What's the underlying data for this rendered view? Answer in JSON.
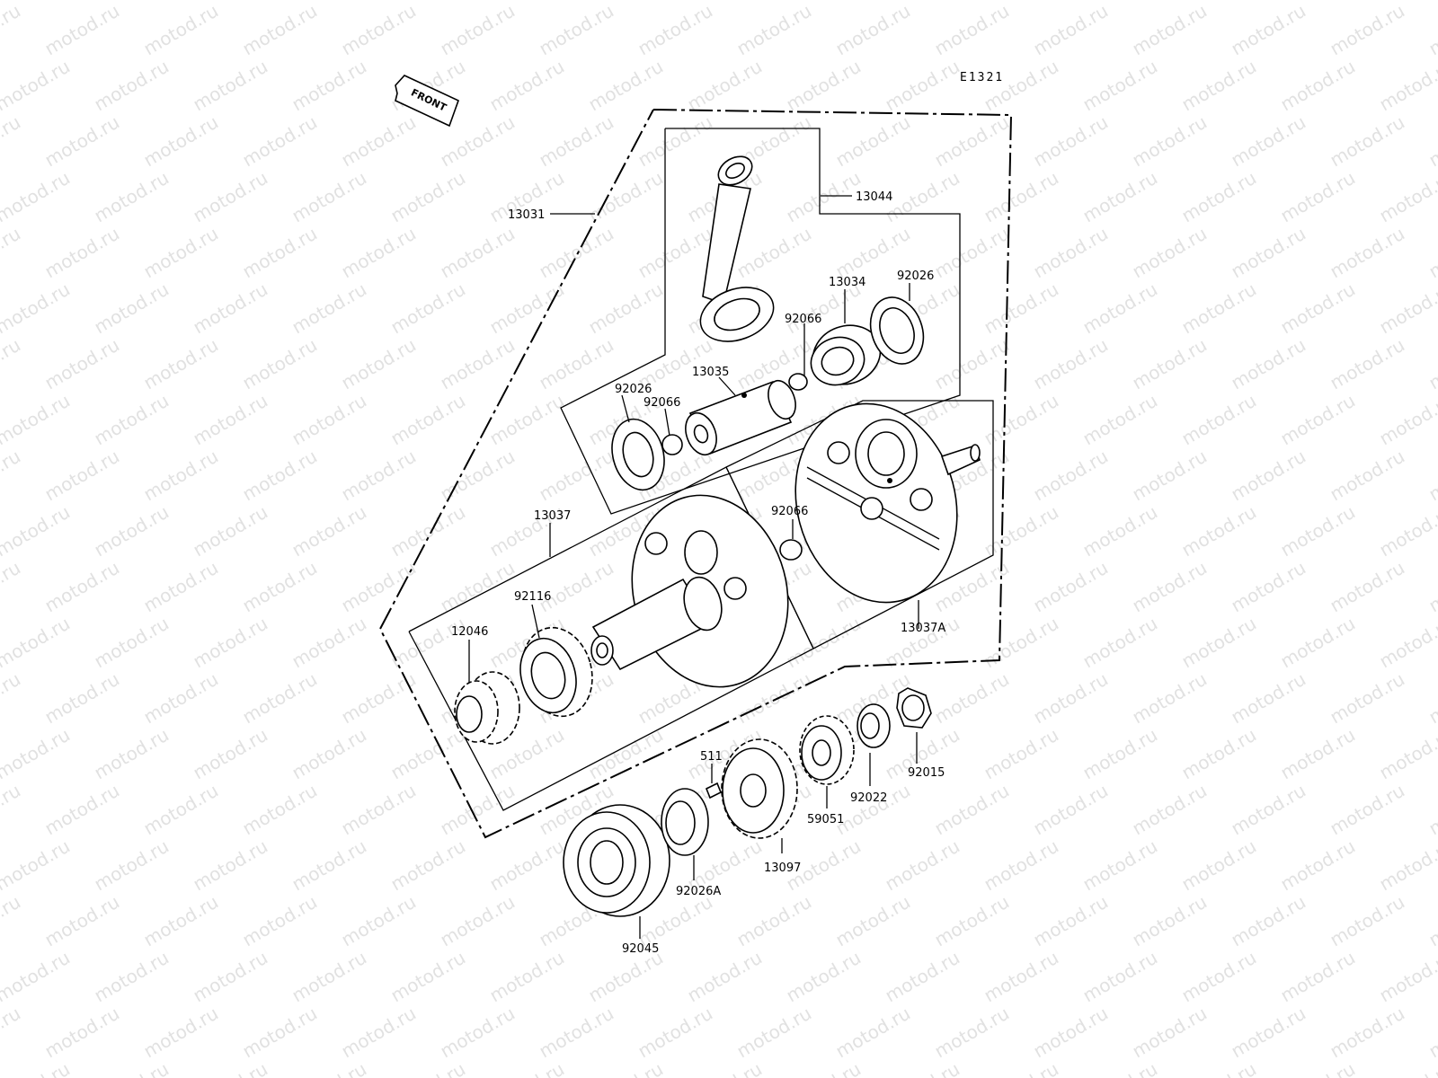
{
  "diagram": {
    "code": "E1321",
    "front_label": "FRONT",
    "watermark": "motod.ru",
    "parts": {
      "p13031": "13031",
      "p13044": "13044",
      "p13034": "13034",
      "p92026_top": "92026",
      "p92066_top": "92066",
      "p13035": "13035",
      "p92026_left": "92026",
      "p92066_left": "92066",
      "p13037": "13037",
      "p92066_mid": "92066",
      "p92116": "92116",
      "p12046": "12046",
      "p13037A": "13037A",
      "p511": "511",
      "p92015": "92015",
      "p92022": "92022",
      "p59051": "59051",
      "p13097": "13097",
      "p92026A": "92026A",
      "p92045": "92045"
    }
  }
}
